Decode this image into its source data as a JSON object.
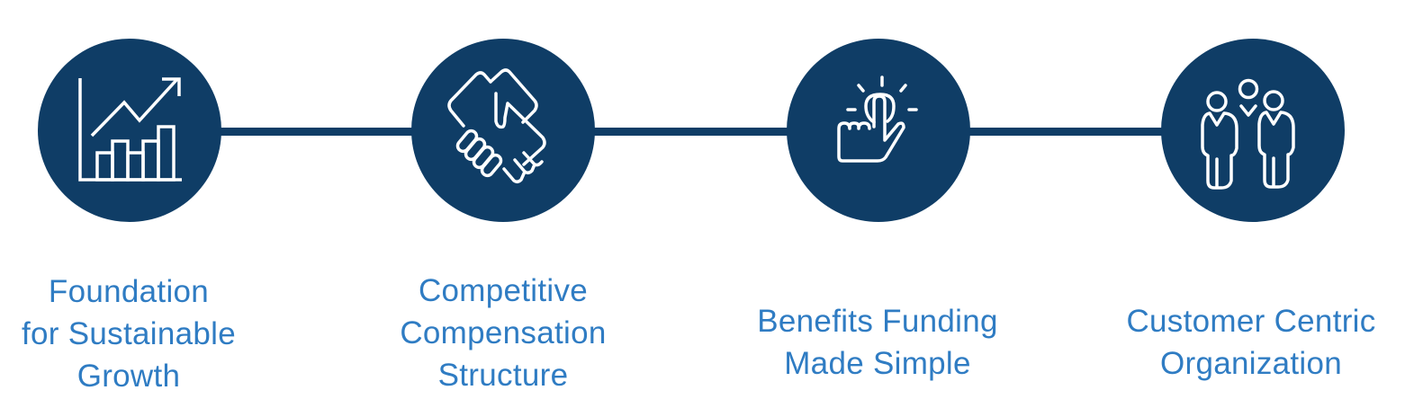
{
  "colors": {
    "circle": "#0f3d66",
    "connector": "#0f3d66",
    "label": "#2f7cc3",
    "icon": "#ffffff"
  },
  "steps": [
    {
      "icon": "growth-chart-icon",
      "label_lines": [
        "Foundation",
        "for Sustainable",
        "Growth"
      ]
    },
    {
      "icon": "handshake-icon",
      "label_lines": [
        "Competitive",
        "Compensation",
        "Structure"
      ]
    },
    {
      "icon": "hand-click-icon",
      "label_lines": [
        "Benefits Funding",
        "Made Simple"
      ]
    },
    {
      "icon": "people-group-icon",
      "label_lines": [
        "Customer Centric",
        "Organization"
      ]
    }
  ]
}
